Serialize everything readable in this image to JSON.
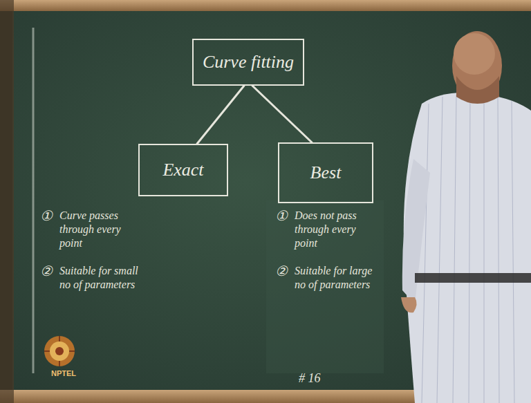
{
  "diagram": {
    "nodes": [
      {
        "text": [
          "Curve fitting"
        ]
      },
      {
        "text": [
          "Exact"
        ]
      },
      {
        "text": [
          "Best"
        ]
      }
    ],
    "edges": [
      {
        "from": 0,
        "to": 1,
        "arrow": "none"
      },
      {
        "from": 0,
        "to": 2,
        "arrow": "none"
      }
    ],
    "labels": [
      "①",
      "Curve passes through every point",
      "②",
      "Suitable for small no of parameters",
      "①",
      "Does not pass through every point",
      "②",
      "Suitable for large no of parameters",
      "# 16",
      "NPTEL"
    ]
  }
}
